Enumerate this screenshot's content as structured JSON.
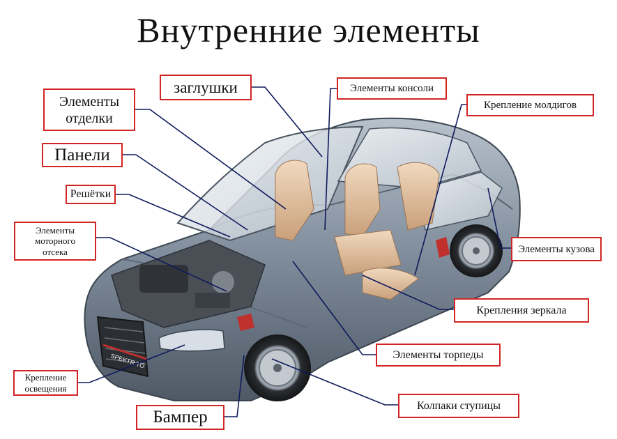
{
  "title": "Внутренние элементы",
  "callouts": {
    "zaglushki": "заглушки",
    "otdelka": "Элементы\nотделки",
    "paneli": "Панели",
    "reshetki": "Решётки",
    "motor": "Элементы\nмоторного\nотсека",
    "osveshchenie": "Крепление\nосвещения",
    "bamper": "Бампер",
    "konsol": "Элементы консоли",
    "moldingi": "Крепление молдигов",
    "kuzov": "Элементы кузова",
    "zerkalo": "Крепления зеркала",
    "torpedo": "Элементы торпеды",
    "kolpaki": "Колпаки ступицы"
  },
  "badge_text": "SPEKTR TO",
  "colors": {
    "callout_border": "#d32424",
    "leader_line": "#0f1a5c",
    "car_body": "#7c8a9a"
  }
}
